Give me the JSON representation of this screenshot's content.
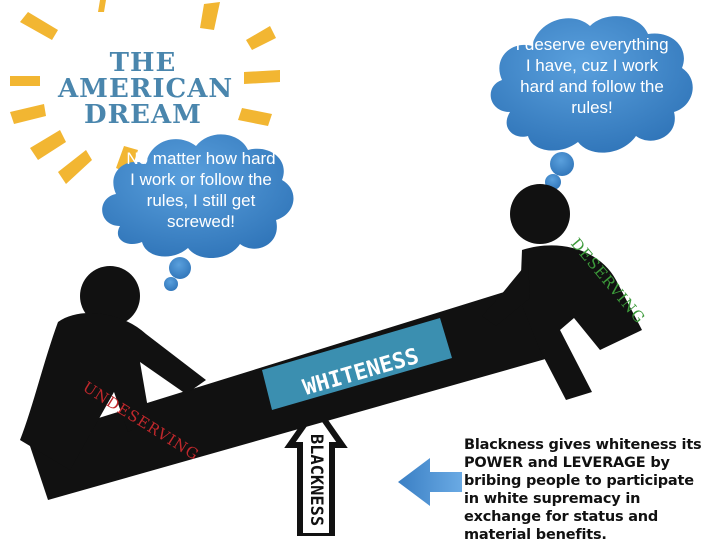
{
  "title": {
    "line1": "THE",
    "line2": "AMERICAN",
    "line3": "DREAM"
  },
  "left_thought": "No matter how hard I work or follow the rules, I still get screwed!",
  "right_thought": "I deserve everything I have, cuz I work hard and follow the rules!",
  "labels": {
    "left_person": "UNDESERVING",
    "right_person": "DESERVING",
    "seesaw_bar": "WHITENESS",
    "fulcrum": "BLACKNESS"
  },
  "caption": "Blackness gives whiteness its POWER and LEVERAGE by bribing people to participate in white supremacy in exchange for status and material benefits.",
  "colors": {
    "sunburst": "#f2b632",
    "cloud": "#3f86c8",
    "figure": "#111111",
    "whiteness_band": "#3b8fb0",
    "undeserving": "#c0282c",
    "deserving": "#3c9a3a",
    "arrow": "#4a8fd0"
  }
}
